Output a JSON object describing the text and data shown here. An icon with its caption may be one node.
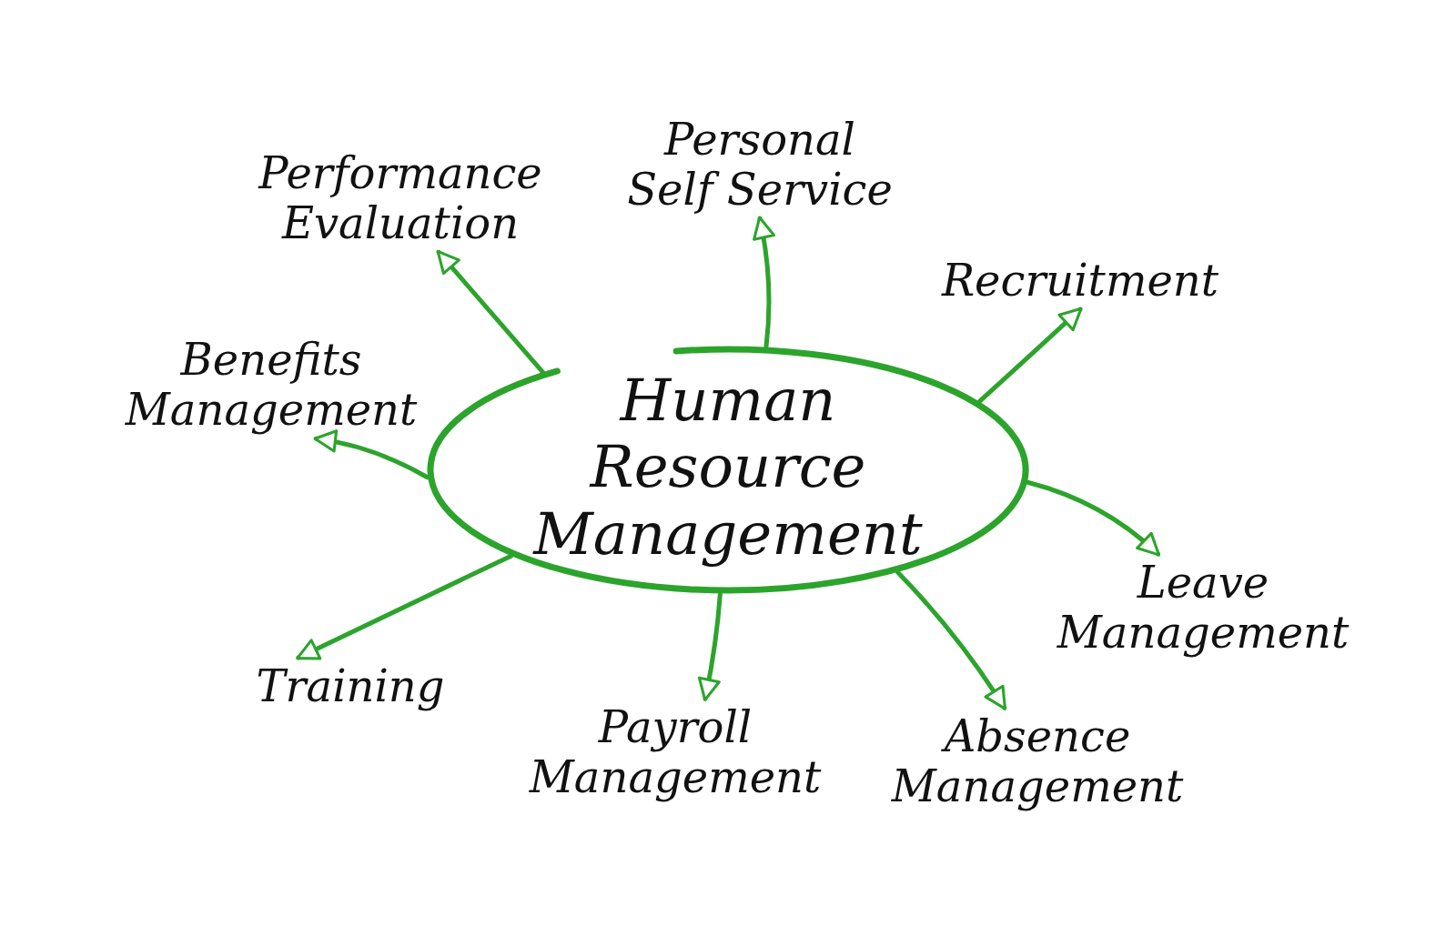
{
  "diagram": {
    "nodes": [
      {
        "text": [
          "Personal Self Service"
        ]
      },
      {
        "text": [
          "Performance Evaluation"
        ]
      },
      {
        "text": [
          "Recruitment"
        ]
      },
      {
        "text": [
          "Benefits Management"
        ]
      },
      {
        "text": [
          "Human Resource Management"
        ]
      },
      {
        "text": [
          "Leave Management"
        ]
      },
      {
        "text": [
          "Training"
        ]
      },
      {
        "text": [
          "Payroll Management"
        ]
      },
      {
        "text": [
          "Absence Management"
        ]
      }
    ],
    "edges": [
      {
        "from": 4,
        "to": 0,
        "arrow": "to"
      },
      {
        "from": 4,
        "to": 1,
        "arrow": "to"
      },
      {
        "from": 4,
        "to": 2,
        "arrow": "to"
      },
      {
        "from": 4,
        "to": 3,
        "arrow": "to"
      },
      {
        "from": 4,
        "to": 5,
        "arrow": "to"
      },
      {
        "from": 4,
        "to": 6,
        "arrow": "to"
      },
      {
        "from": 4,
        "to": 7,
        "arrow": "to"
      },
      {
        "from": 4,
        "to": 8,
        "arrow": "to"
      }
    ]
  }
}
